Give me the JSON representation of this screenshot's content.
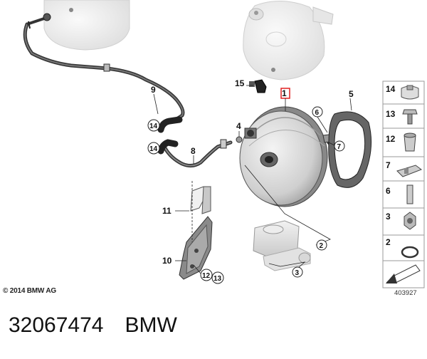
{
  "diagram": {
    "part_callouts": {
      "p1": "1",
      "p2": "2",
      "p3": "3",
      "p4": "4",
      "p5": "5",
      "p6": "6",
      "p7": "7",
      "p8": "8",
      "p9": "9",
      "p10": "10",
      "p11": "11",
      "p12": "12",
      "p13": "13",
      "p14a": "14",
      "p14b": "14",
      "p15": "15"
    },
    "side_panel_callouts": [
      "14",
      "13",
      "12",
      "7",
      "6",
      "3",
      "2"
    ],
    "highlight_color": "#e02020",
    "copyright": "© 2014 BMW AG",
    "diagram_id": "403927"
  },
  "caption": {
    "part_number": "32067474",
    "brand": "BMW"
  }
}
